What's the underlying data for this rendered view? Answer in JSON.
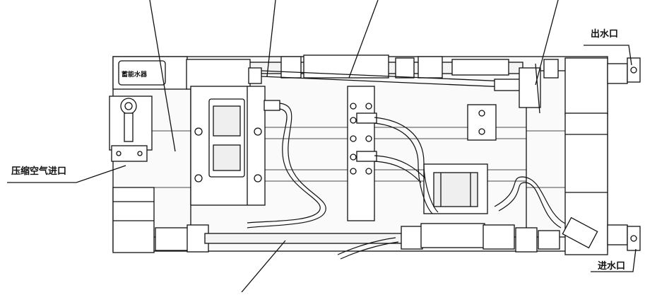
{
  "labels": {
    "water_outlet": "出水口",
    "water_inlet": "进水口",
    "air_inlet": "压缩空气进口"
  },
  "nameplate": {
    "text": "蓄能水器"
  },
  "colors": {
    "line": "#111111",
    "fill": "#f4f4f4",
    "background": "#ffffff"
  }
}
